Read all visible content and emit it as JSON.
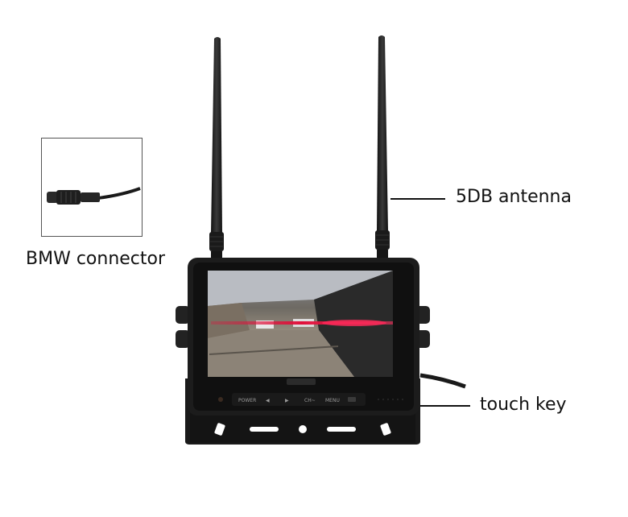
{
  "callouts": {
    "connector": "BMW connector",
    "antenna": "5DB antenna",
    "touch": "touch key"
  },
  "monitor_buttons": {
    "power": "POWER",
    "left": "◀",
    "right": "▶",
    "channel": "CH~",
    "menu": "MENU"
  },
  "colors": {
    "body": "#1c1c1c",
    "laser": "#e0103a",
    "background": "#ffffff"
  }
}
